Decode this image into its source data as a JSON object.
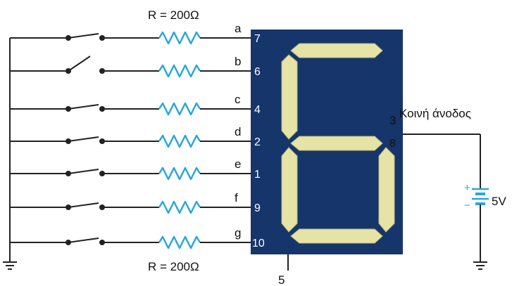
{
  "resistor_label_top": "R = 200Ω",
  "resistor_label_bottom": "R = 200Ω",
  "segments": [
    {
      "letter": "a",
      "pin": "7"
    },
    {
      "letter": "b",
      "pin": "6"
    },
    {
      "letter": "c",
      "pin": "4"
    },
    {
      "letter": "d",
      "pin": "2"
    },
    {
      "letter": "e",
      "pin": "1"
    },
    {
      "letter": "f",
      "pin": "9"
    },
    {
      "letter": "g",
      "pin": "10"
    }
  ],
  "anode_pin_3": "3",
  "anode_pin_8": "8",
  "anode_label": "Κοινή άνοδος",
  "pin_bottom": "5",
  "battery_voltage": "5V",
  "battery_plus": "+",
  "battery_minus": "−",
  "colors": {
    "display_background": "#15356b",
    "segment_fill": "#e6e3a6",
    "resistor": "#2aa6dd",
    "wire": "#222222"
  }
}
